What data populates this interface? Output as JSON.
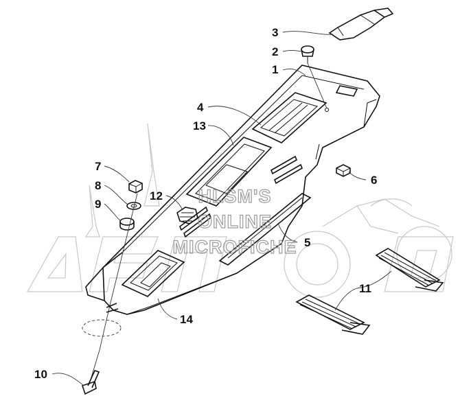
{
  "callouts": [
    {
      "id": "c1",
      "label": "1"
    },
    {
      "id": "c2",
      "label": "2"
    },
    {
      "id": "c3",
      "label": "3"
    },
    {
      "id": "c4",
      "label": "4"
    },
    {
      "id": "c5",
      "label": "5"
    },
    {
      "id": "c6",
      "label": "6"
    },
    {
      "id": "c7",
      "label": "7"
    },
    {
      "id": "c8",
      "label": "8"
    },
    {
      "id": "c9",
      "label": "9"
    },
    {
      "id": "c10",
      "label": "10"
    },
    {
      "id": "c11",
      "label": "11"
    },
    {
      "id": "c12",
      "label": "12"
    },
    {
      "id": "c13",
      "label": "13"
    },
    {
      "id": "c14",
      "label": "14"
    }
  ],
  "watermark": {
    "line1": "HLSM'S",
    "line2": "ONLINE",
    "line3": "MICROFICHE"
  },
  "colors": {
    "ink": "#111111",
    "watermark": "#9a9a9a",
    "background": "#ffffff"
  }
}
